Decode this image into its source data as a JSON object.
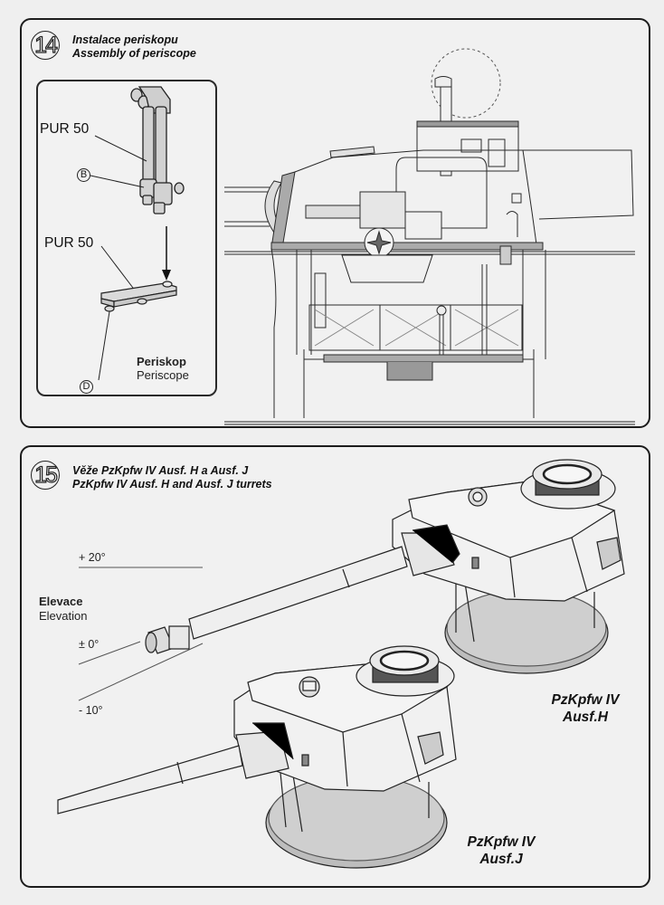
{
  "colors": {
    "paper": "#efefef",
    "ink": "#1c1c1c",
    "shade": "#8a8a8a",
    "light_fill": "#d6d6d6"
  },
  "step14": {
    "number": "14",
    "title_cz": "Instalace periskopu",
    "title_en": "Assembly of periscope",
    "inset": {
      "part_label_1": "PUR 50",
      "callout_b": "B",
      "part_label_2": "PUR 50",
      "callout_d": "D",
      "caption_cz": "Periskop",
      "caption_en": "Periscope"
    },
    "drawing": "turret-cutaway-with-periscope-icon"
  },
  "step15": {
    "number": "15",
    "title_cz": "Věže PzKpfw IV Ausf. H  a Ausf. J",
    "title_en": "PzKpfw  IV Ausf. H and Ausf. J turrets",
    "elevation": {
      "label_cz": "Elevace",
      "label_en": "Elevation",
      "angles": [
        "+ 20°",
        "± 0°",
        "- 10°"
      ]
    },
    "turret_h": {
      "line1": "PzKpfw IV",
      "line2": "Ausf.H"
    },
    "turret_j": {
      "line1": "PzKpfw IV",
      "line2": "Ausf.J"
    }
  }
}
